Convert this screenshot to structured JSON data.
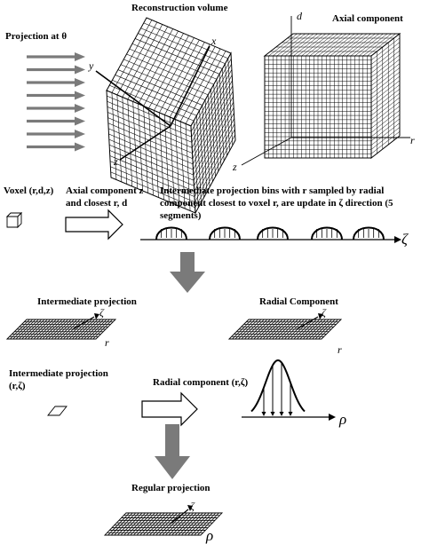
{
  "titles": {
    "reconstruction_volume": "Reconstruction volume",
    "axial_component": "Axial component",
    "projection_at_theta": "Projection at θ"
  },
  "axes": {
    "x": "x",
    "y": "y",
    "z": "z",
    "d": "d",
    "r": "r",
    "zeta": "ζ",
    "rho": "ρ"
  },
  "middle": {
    "voxel_label": "Voxel (r,d,z)",
    "axial_line1": "Axial component z",
    "axial_line2": "and closest r, d",
    "desc_line1": "Intermediate projection bins with r sampled by radial",
    "desc_line2": "component closest to voxel r, are update in ζ direction (5",
    "desc_line3": "segments)"
  },
  "lower": {
    "intermediate_projection": "Intermediate projection",
    "radial_component": "Radial Component",
    "intermediate_projection_rz": "Intermediate projection",
    "rz_coords": "(r,ζ)",
    "radial_component_rz": "Radial component (r,ζ)",
    "regular_projection": "Regular projection"
  },
  "colors": {
    "arrow_gray": "#7a7a7a",
    "line": "#000000"
  }
}
